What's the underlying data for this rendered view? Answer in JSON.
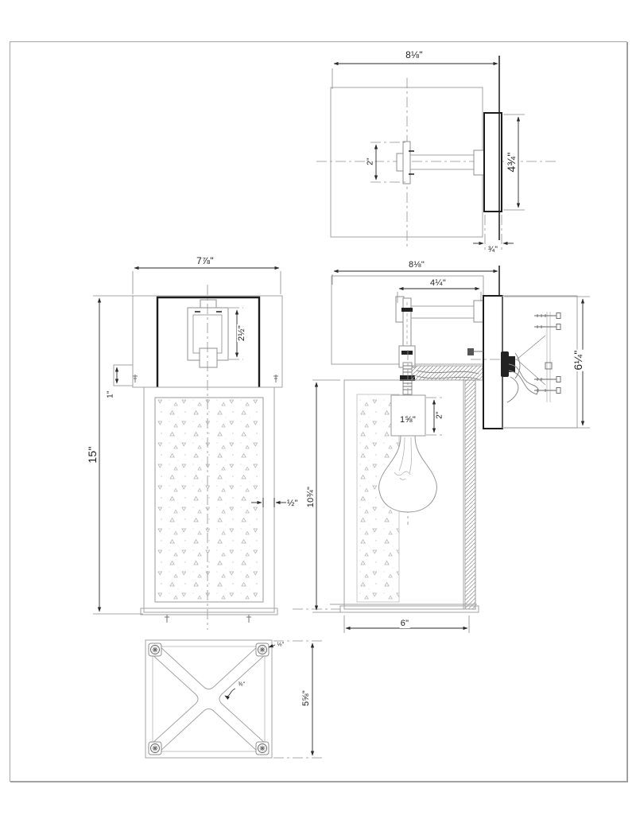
{
  "page": {
    "background": "#ffffff",
    "border_color": "#a8a8a8",
    "geometry_line_color": "#a3a3a3",
    "dimension_color": "#1f1f1f"
  },
  "views": {
    "top": {
      "dims": {
        "overall_width": "8⅛\"",
        "bracket_height": "2\"",
        "backplate_height": "4¾\"",
        "backplate_depth": "¾\""
      }
    },
    "front": {
      "dims": {
        "overall_width": "7⅞\"",
        "bracket_height": "2½\"",
        "wall_step": "1\"",
        "overall_height": "15\"",
        "frame_width": "½\""
      }
    },
    "side": {
      "dims": {
        "overall_depth": "8⅛\"",
        "arm_length": "4¼\"",
        "backplate_height": "6¼\"",
        "socket_width": "1⅝\"",
        "socket_height": "2\"",
        "glass_height": "10¾\"",
        "body_depth": "6\""
      }
    },
    "bottom": {
      "dims": {
        "plate_size": "5⅝\"",
        "edge_thickness": "⅛\"",
        "brace_width": "⅜\""
      }
    }
  }
}
